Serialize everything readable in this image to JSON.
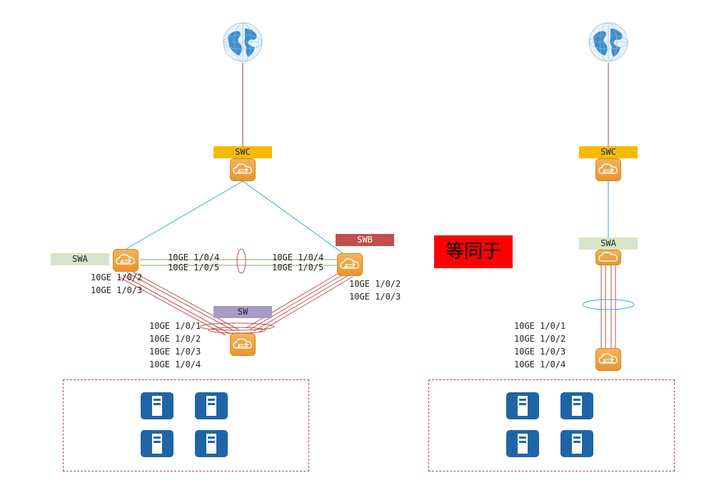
{
  "left": {
    "swc_label": "SWC",
    "swb_label": "SWB",
    "swa_label": "SWA",
    "sw_label": "SW",
    "swa_ports_top": [
      "10GE 1/0/4",
      "10GE 1/0/5"
    ],
    "swa_ports_down": [
      "10GE 1/0/2",
      "10GE 1/0/3"
    ],
    "swb_ports_top": [
      "10GE 1/0/4",
      "10GE 1/0/5"
    ],
    "swb_ports_down": [
      "10GE 1/0/2",
      "10GE 1/0/3"
    ],
    "sw_ports": [
      "10GE 1/0/1",
      "10GE 1/0/2",
      "10GE 1/0/3",
      "10GE 1/0/4"
    ]
  },
  "middle": {
    "equal_text": "等同于"
  },
  "right": {
    "swc_label": "SWC",
    "swa_label": "SWA",
    "sw_ports": [
      "10GE 1/0/1",
      "10GE 1/0/2",
      "10GE 1/0/3",
      "10GE 1/0/4"
    ]
  },
  "colors": {
    "uplink": "#3aa8d8",
    "internet_link": "#a0403c",
    "irf_link": "#8aa860",
    "agg_link": "#c0504d",
    "switch": "#f0a640",
    "server": "#1f65a6"
  },
  "icons": [
    "globe-icon",
    "switch-icon",
    "server-icon"
  ]
}
